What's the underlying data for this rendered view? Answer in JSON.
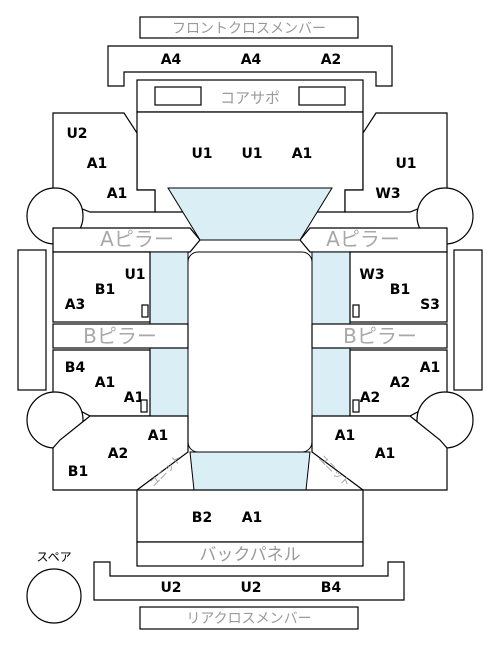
{
  "labels": {
    "front_cross_member": "フロントクロスメンバー",
    "core_support": "コアサポ",
    "a_pillar_left": "Aピラー",
    "a_pillar_right": "Aピラー",
    "b_pillar_left": "Bピラー",
    "b_pillar_right": "Bピラー",
    "back_panel": "バックパネル",
    "rear_cross_member": "リアクロスメンバー",
    "spare": "スペア",
    "unit_left": "ユニット",
    "unit_right": "ユニット"
  },
  "codes": {
    "front_cm": [
      "A4",
      "A4",
      "A2"
    ],
    "core_area": [
      "U1",
      "U1",
      "A1"
    ],
    "front_left": [
      "U2",
      "A1",
      "A1"
    ],
    "front_right": [
      "U1",
      "W3"
    ],
    "mid_left": [
      "U1",
      "B1",
      "A3"
    ],
    "mid_right": [
      "W3",
      "B1",
      "S3"
    ],
    "rear_left_upper": [
      "B4",
      "A1",
      "A1"
    ],
    "rear_right_upper": [
      "A1",
      "A2",
      "A2"
    ],
    "rear_left_lower": [
      "A1",
      "A2",
      "B1"
    ],
    "rear_right_lower": [
      "A1",
      "A1"
    ],
    "back_area": [
      "B2",
      "A1"
    ],
    "rear_cm": [
      "U2",
      "U2",
      "B4"
    ]
  }
}
